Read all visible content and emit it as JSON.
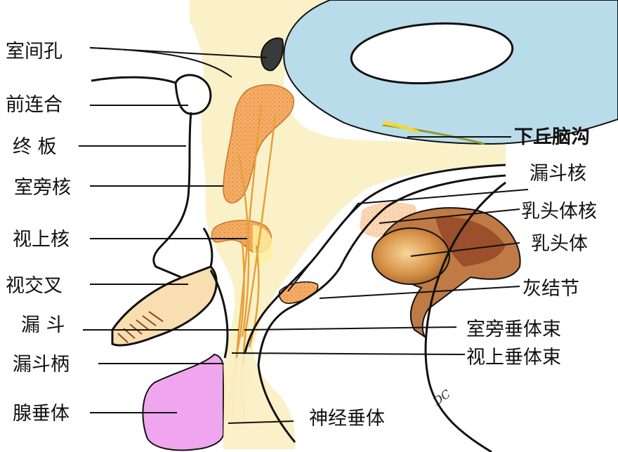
{
  "diagram": {
    "labels_left": [
      {
        "id": "interventricular-foramen",
        "text": "室间孔"
      },
      {
        "id": "anterior-commissure",
        "text": "前连合"
      },
      {
        "id": "lamina-terminalis",
        "text": "终 板"
      },
      {
        "id": "paraventricular-nucleus",
        "text": "室旁核"
      },
      {
        "id": "supraoptic-nucleus",
        "text": "视上核"
      },
      {
        "id": "optic-chiasm",
        "text": "视交叉"
      },
      {
        "id": "infundibulum",
        "text": "漏 斗"
      },
      {
        "id": "infundibular-stalk",
        "text": "漏斗柄"
      },
      {
        "id": "adenohypophysis",
        "text": "腺垂体"
      }
    ],
    "labels_right": [
      {
        "id": "hypothalamic-sulcus",
        "text": "下丘脑沟"
      },
      {
        "id": "infundibular-nucleus",
        "text": "漏斗核"
      },
      {
        "id": "mammillary-nucleus",
        "text": "乳头体核"
      },
      {
        "id": "mammillary-body",
        "text": "乳头体"
      },
      {
        "id": "tuber-cinereum",
        "text": "灰结节"
      },
      {
        "id": "paraventriculohypophyseal-tract",
        "text": "室旁垂体束"
      },
      {
        "id": "supraopticohypophyseal-tract",
        "text": "视上垂体束"
      },
      {
        "id": "neurohypophysis",
        "text": "神经垂体"
      }
    ],
    "signature": "DC",
    "colors": {
      "thalamus": "#b9dceb",
      "hypothalamus": "#fbf1c8",
      "nucleus": "#f2a35a",
      "tract": "#e4a13c",
      "adenohypophysis": "#f0a6ee",
      "neurohypophysis": "#fbefc4",
      "mammillary": "#c9843e",
      "sulcus_line": "#8f9a2e",
      "outline": "#111111"
    }
  }
}
